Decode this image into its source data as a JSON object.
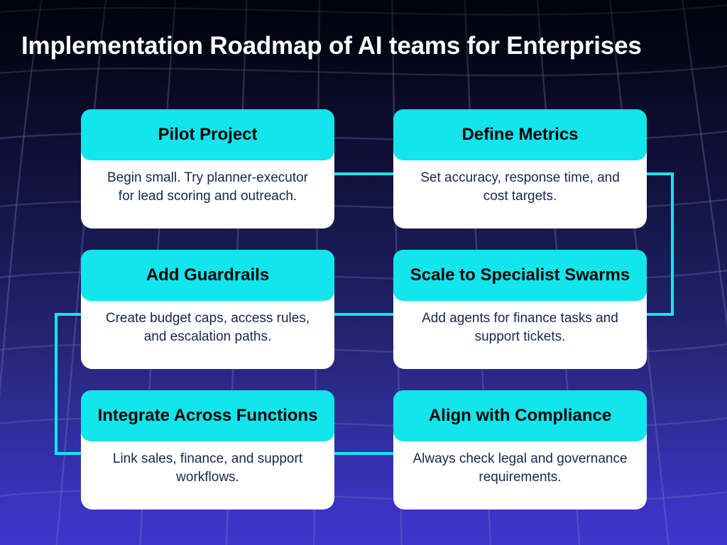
{
  "page": {
    "title": "Implementation Roadmap of AI teams for Enterprises",
    "background": {
      "gradient_top": "#05061a",
      "gradient_bottom": "#3d35cc",
      "grid_color": "#6f6fb5"
    },
    "accent_color": "#12e5ec",
    "card_body_background": "#ffffff",
    "card_header_text_color": "#000000",
    "card_body_text_color": "#16284b",
    "connector_color": "#13e7ef"
  },
  "cards": [
    {
      "id": "pilot-project",
      "heading": "Pilot Project",
      "body": "Begin small. Try planner-executor for lead scoring and outreach."
    },
    {
      "id": "define-metrics",
      "heading": "Define Metrics",
      "body": "Set accuracy, response time, and cost targets."
    },
    {
      "id": "add-guardrails",
      "heading": "Add Guardrails",
      "body": "Create budget caps, access rules, and escalation paths."
    },
    {
      "id": "scale-to-specialist-swarms",
      "heading": "Scale to Specialist Swarms",
      "body": "Add agents for finance tasks and support tickets."
    },
    {
      "id": "integrate-across-functions",
      "heading": "Integrate Across Functions",
      "body": "Link sales, finance, and support workflows."
    },
    {
      "id": "align-with-compliance",
      "heading": "Align with Compliance",
      "body": "Always check legal and governance requirements."
    }
  ],
  "flow": {
    "order": [
      "Pilot Project",
      "Define Metrics",
      "Scale to Specialist Swarms",
      "Add Guardrails",
      "Integrate Across Functions",
      "Align with Compliance"
    ]
  }
}
